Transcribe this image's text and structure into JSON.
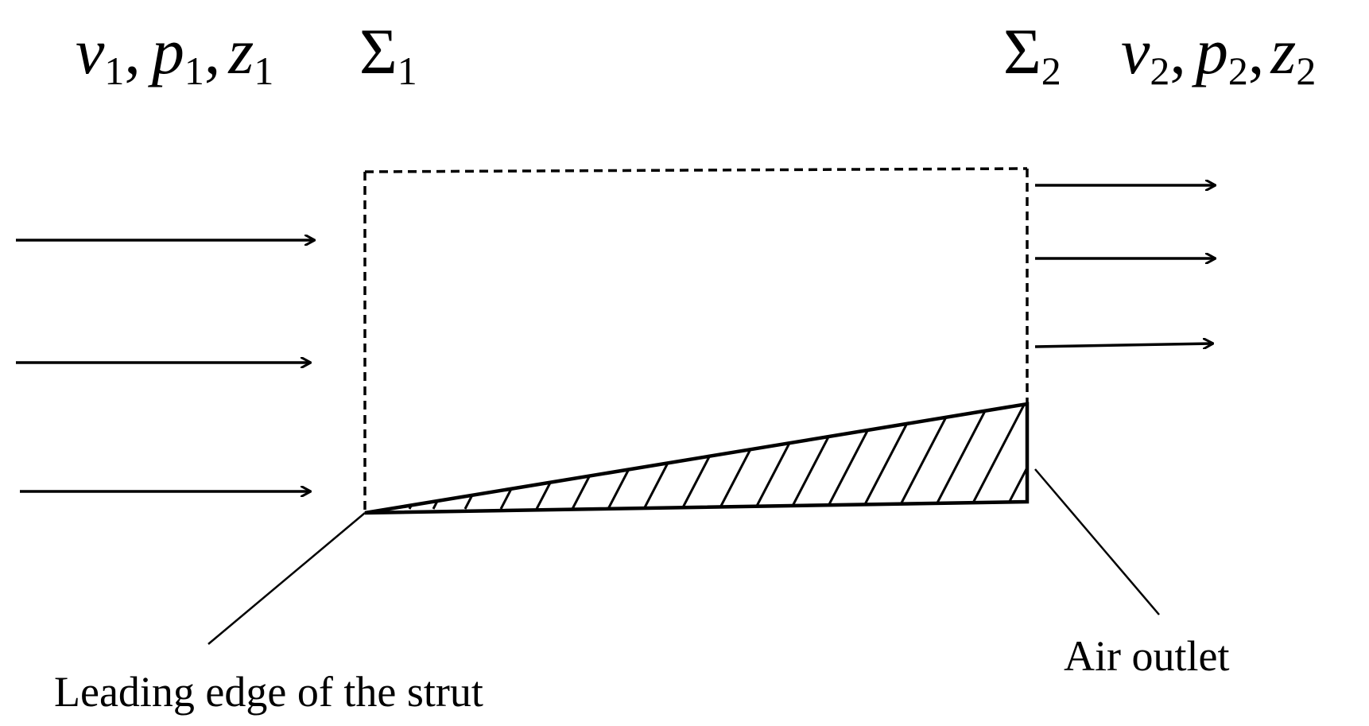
{
  "inlet": {
    "var_v": "v",
    "var_p": "p",
    "var_z": "z",
    "subscript": "1",
    "comma": ",",
    "sigma": "Σ",
    "sigma_subscript": "1"
  },
  "outlet": {
    "var_v": "v",
    "var_p": "p",
    "var_z": "z",
    "subscript": "2",
    "comma": ",",
    "sigma": "Σ",
    "sigma_subscript": "2"
  },
  "labels": {
    "leading_edge": "Leading edge of the strut",
    "air_outlet": "Air outlet"
  },
  "flow": {
    "inlet_arrow_count": 3,
    "outlet_arrow_count": 3
  }
}
